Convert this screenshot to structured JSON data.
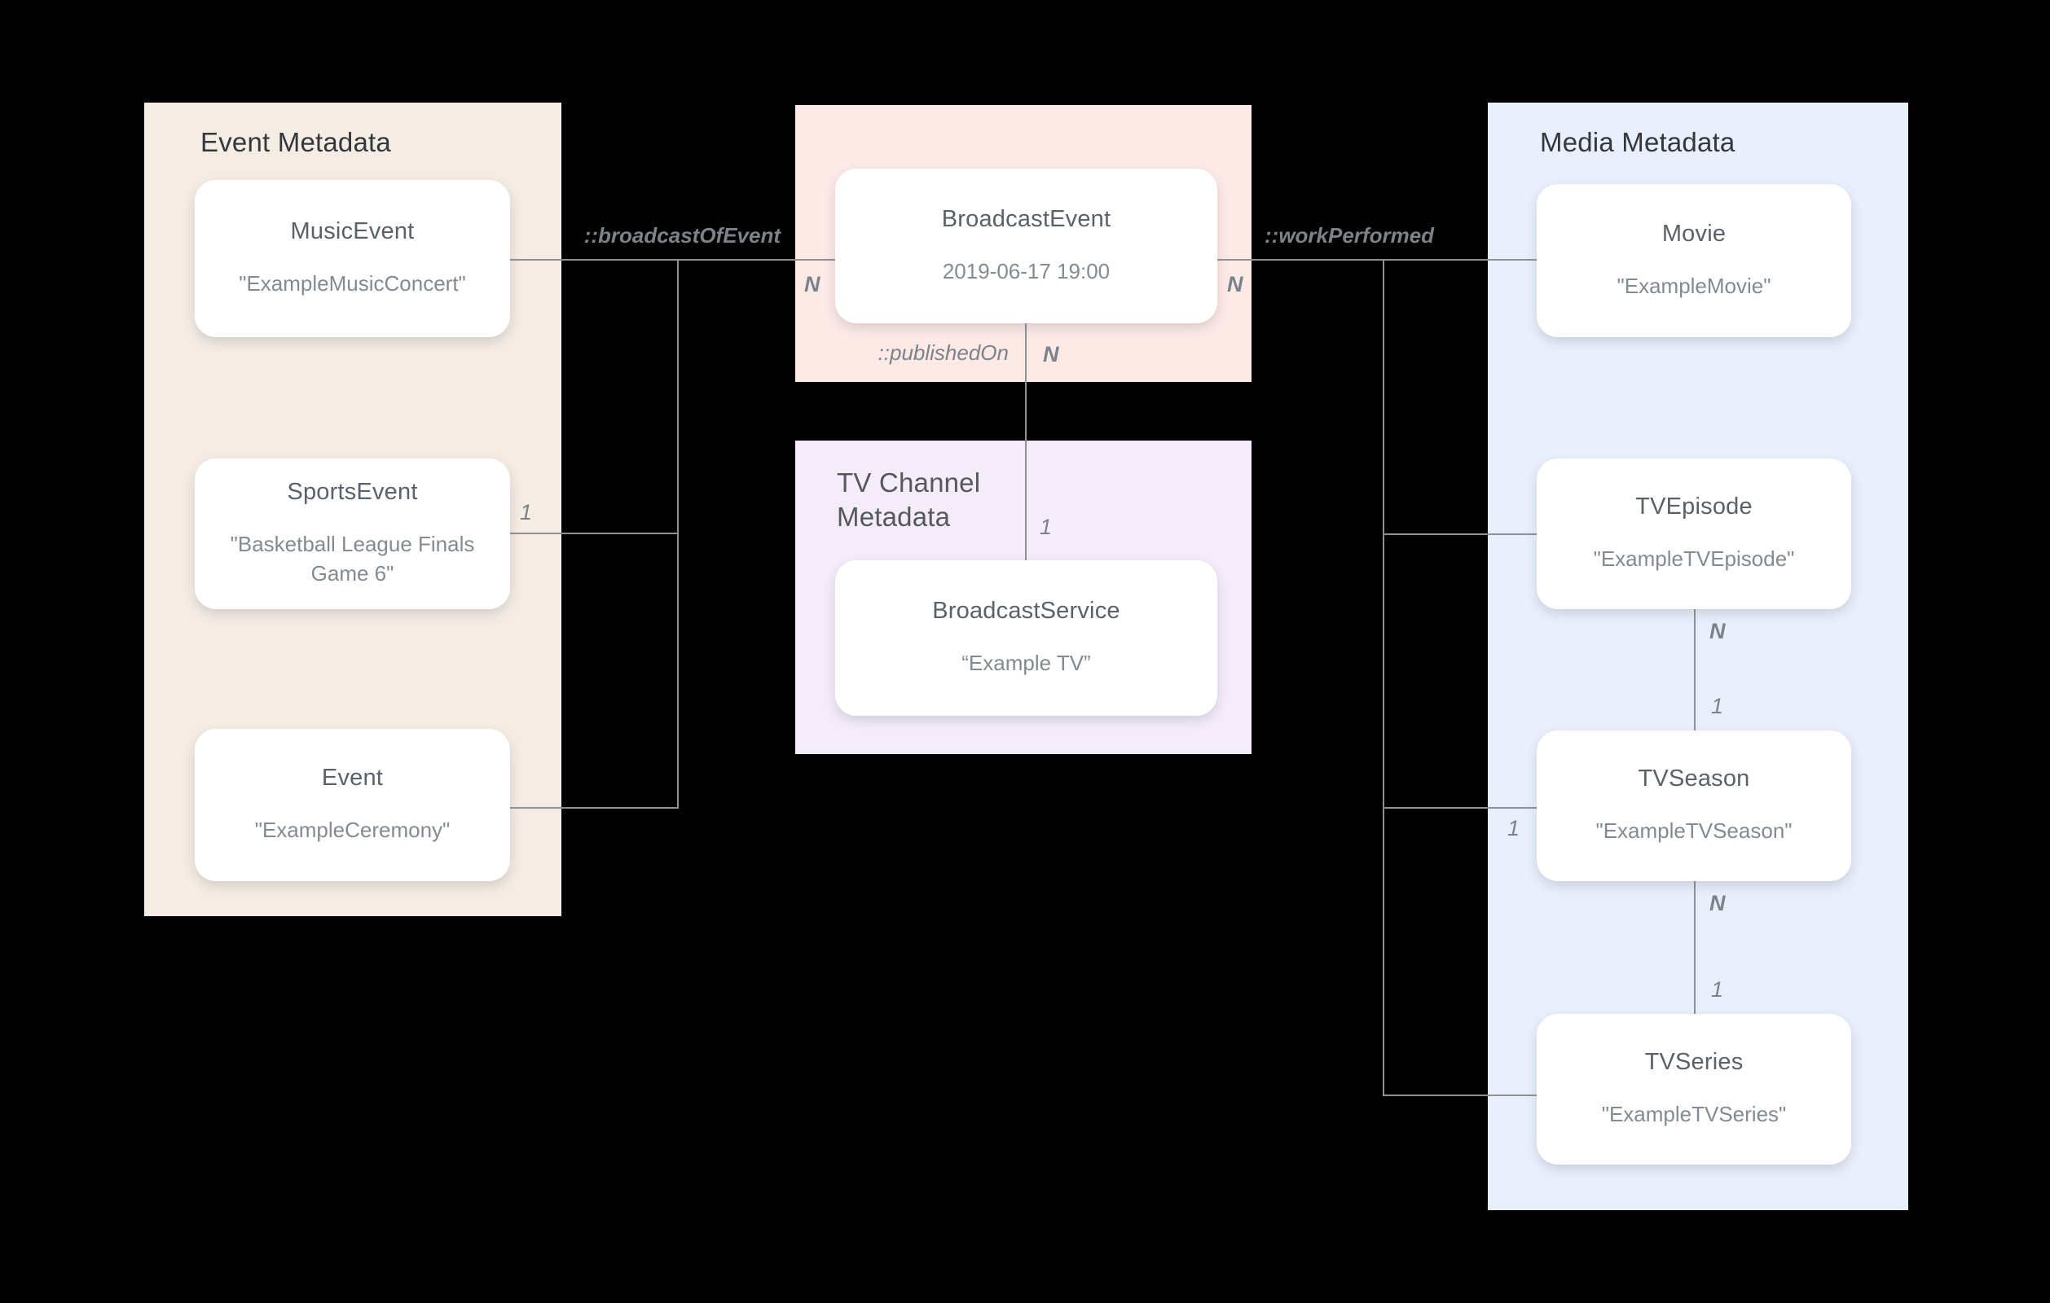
{
  "colors": {
    "background": "#000000",
    "event_panel": "#f5ece4",
    "broadcast_panel": "#fdeae7",
    "tv_channel_panel": "#f5ecfa",
    "media_panel": "#e9effc",
    "card_background": "#ffffff",
    "line": "#8d9297",
    "panel_title_text": "#34383c",
    "card_type_text": "#5a6169",
    "card_value_text": "#838a91"
  },
  "panels": {
    "event": {
      "title": "Event Metadata"
    },
    "tv_channel": {
      "title": "TV Channel Metadata"
    },
    "media": {
      "title": "Media Metadata"
    }
  },
  "nodes": {
    "music_event": {
      "type": "MusicEvent",
      "value": "\"ExampleMusicConcert\""
    },
    "sports_event": {
      "type": "SportsEvent",
      "value": "\"Basketball League Finals Game 6\""
    },
    "event": {
      "type": "Event",
      "value": "\"ExampleCeremony\""
    },
    "broadcast_event": {
      "type": "BroadcastEvent",
      "value": "2019-06-17 19:00"
    },
    "broadcast_service": {
      "type": "BroadcastService",
      "value": "“Example TV”"
    },
    "movie": {
      "type": "Movie",
      "value": "\"ExampleMovie\""
    },
    "tv_episode": {
      "type": "TVEpisode",
      "value": "\"ExampleTVEpisode\""
    },
    "tv_season": {
      "type": "TVSeason",
      "value": "\"ExampleTVSeason\""
    },
    "tv_series": {
      "type": "TVSeries",
      "value": "\"ExampleTVSeries\""
    }
  },
  "edge_labels": {
    "broadcast_of_event": "::broadcastOfEvent",
    "work_performed": "::workPerformed",
    "published_on": "::publishedOn"
  },
  "cardinalities": {
    "broadcast_left_n": "N",
    "broadcast_right_n": "N",
    "published_on_n": "N",
    "published_on_1": "1",
    "sports_event_1": "1",
    "tv_season_left_1": "1",
    "tv_episode_n": "N",
    "tv_episode_1": "1",
    "tv_season_n": "N",
    "tv_season_1": "1"
  }
}
